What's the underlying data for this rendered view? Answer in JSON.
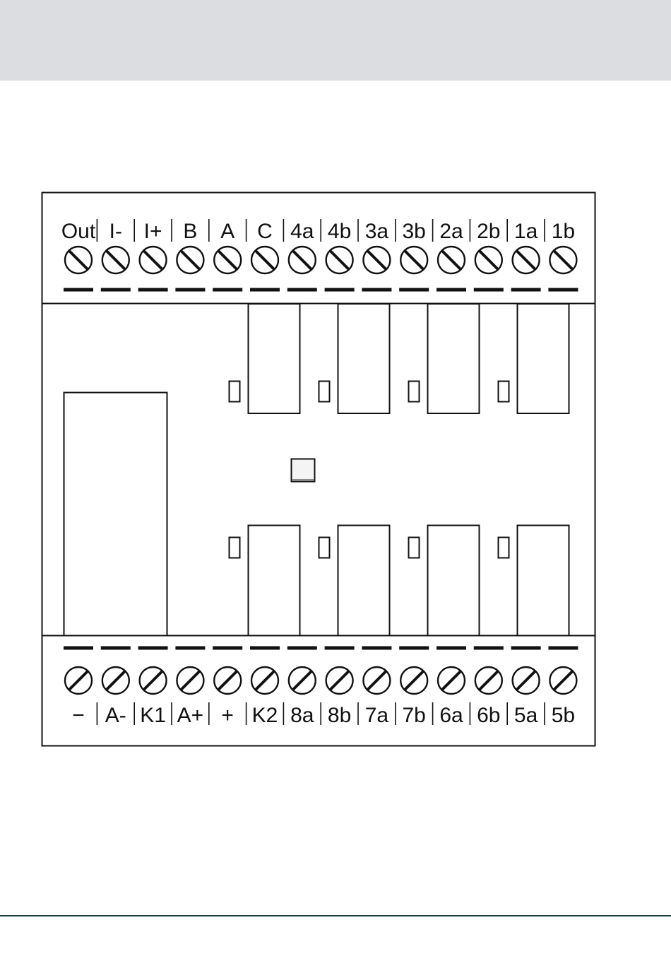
{
  "colors": {
    "header_band": "#dcdde0",
    "line": "#111111",
    "footer_rule": "#1d3b44"
  },
  "terminals": {
    "top": {
      "labels": [
        "Out",
        "I-",
        "I+",
        "B",
        "A",
        "C",
        "4a",
        "4b",
        "3a",
        "3b",
        "2a",
        "2b",
        "1a",
        "1b"
      ],
      "screw_icon": "screw-backslash-icon"
    },
    "bottom": {
      "labels": [
        "−",
        "A-",
        "K1",
        "A+",
        "+",
        "K2",
        "8a",
        "8b",
        "7a",
        "7b",
        "6a",
        "6b",
        "5a",
        "5b"
      ],
      "screw_icon": "screw-slash-icon"
    }
  },
  "relays": {
    "top_count": 4,
    "bottom_count": 4
  }
}
